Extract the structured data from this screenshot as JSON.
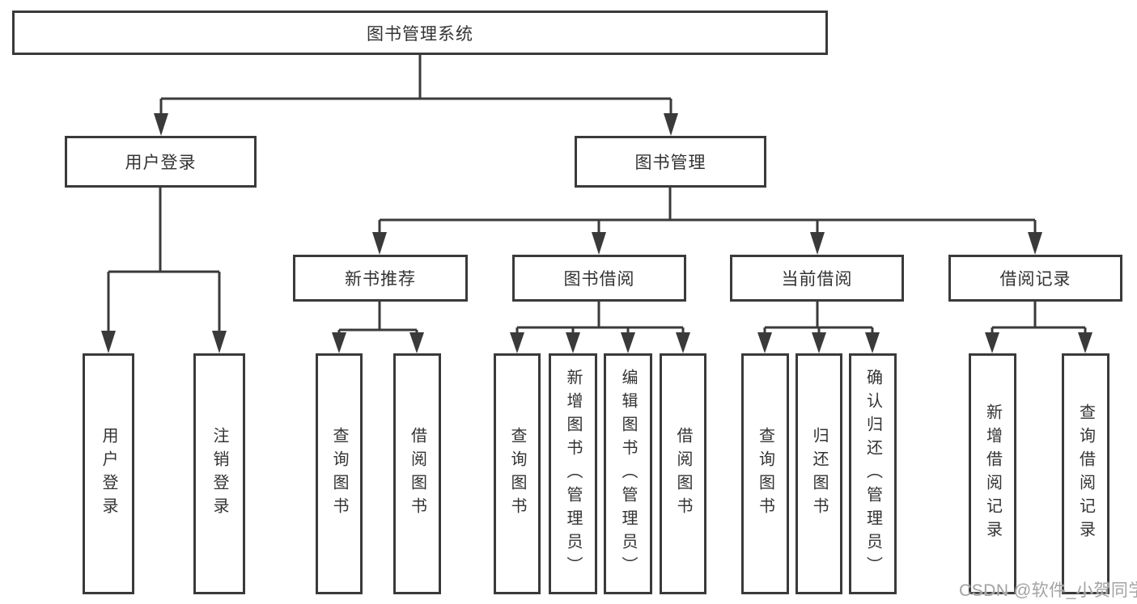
{
  "diagram": {
    "root": {
      "label": "图书管理系统"
    },
    "branches": [
      {
        "label": "用户登录",
        "children": [
          {
            "label": "用户登录"
          },
          {
            "label": "注销登录"
          }
        ]
      },
      {
        "label": "图书管理",
        "children": [
          {
            "label": "新书推荐",
            "children": [
              {
                "label": "查询图书"
              },
              {
                "label": "借阅图书"
              }
            ]
          },
          {
            "label": "图书借阅",
            "children": [
              {
                "label": "查询图书"
              },
              {
                "label": "新增图书（管理员）"
              },
              {
                "label": "编辑图书（管理员）"
              },
              {
                "label": "借阅图书"
              }
            ]
          },
          {
            "label": "当前借阅",
            "children": [
              {
                "label": "查询图书"
              },
              {
                "label": "归还图书"
              },
              {
                "label": "确认归还（管理员）"
              }
            ]
          },
          {
            "label": "借阅记录",
            "children": [
              {
                "label": "新增借阅记录"
              },
              {
                "label": "查询借阅记录"
              }
            ]
          }
        ]
      }
    ],
    "watermark": {
      "text": "CSDN @软件_小贺同学"
    },
    "colors": {
      "line": "#3a3a3a",
      "text": "#333333",
      "box_background": "#ffffff",
      "background": "#ffffff",
      "watermark": "#a3a3a3"
    }
  }
}
